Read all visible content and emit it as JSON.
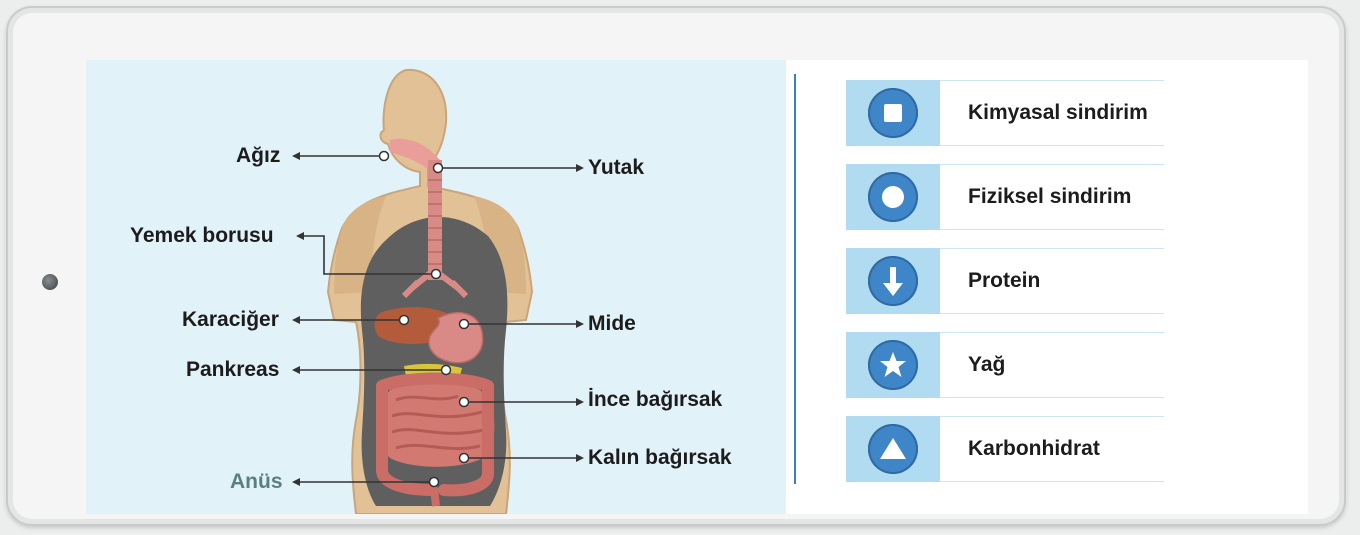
{
  "diagram": {
    "labels": {
      "agiz": "Ağız",
      "yutak": "Yutak",
      "yemek_borusu": "Yemek borusu",
      "karaciger": "Karaciğer",
      "mide": "Mide",
      "pankreas": "Pankreas",
      "ince_bagirsak": "İnce bağırsak",
      "kalin_bagirsak": "Kalın bağırsak",
      "anus": "Anüs"
    }
  },
  "legend": {
    "items": [
      {
        "label": "Kimyasal sindirim",
        "icon": "square-icon"
      },
      {
        "label": "Fiziksel sindirim",
        "icon": "circle-icon"
      },
      {
        "label": "Protein",
        "icon": "down-arrow-icon"
      },
      {
        "label": "Yağ",
        "icon": "star-icon"
      },
      {
        "label": "Karbonhidrat",
        "icon": "triangle-icon"
      }
    ]
  },
  "colors": {
    "accent_blue": "#3f86c8",
    "badge_bg": "#b0dbf1",
    "diagram_bg": "#e2f2f9",
    "skin": "#e3c196",
    "cavity": "#5f5f5f",
    "intestine": "#d27a72"
  }
}
